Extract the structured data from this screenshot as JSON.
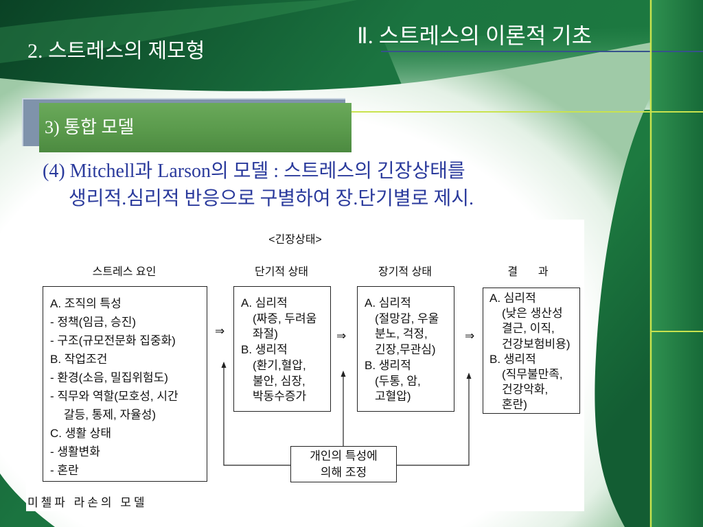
{
  "header": {
    "section_title": "Ⅱ. 스트레스의 이론적 기초",
    "subsection_title": "2. 스트레스의 제모형"
  },
  "topic": {
    "label": "3) 통합 모델"
  },
  "description": {
    "line1": "(4) Mitchell과 Larson의 모델 : 스트레스의 긴장상태를",
    "line2": "생리적.심리적 반응으로 구별하여 장.단기별로 제시."
  },
  "diagram": {
    "title": "<긴장상태>",
    "arrow": "⇒",
    "stages": [
      {
        "header": "스트레스 요인",
        "lines": [
          "A. 조직의 특성",
          "- 정책(임금, 승진)",
          "- 구조(규모전문화 집중화)",
          "B. 작업조건",
          "- 환경(소음, 밀집위험도)",
          "- 직무와 역할(모호성, 시간",
          "갈등, 통제, 자율성)",
          "C. 생활 상태",
          "- 생활변화",
          "- 혼란"
        ]
      },
      {
        "header": "단기적 상태",
        "lines": [
          "A. 심리적",
          "(짜증, 두려움",
          "좌절)",
          "B. 생리적",
          "(환기,혈압,",
          "불안, 심장,",
          "박동수증가"
        ]
      },
      {
        "header": "장기적 상태",
        "lines": [
          "A. 심리적",
          "(절망감, 우울",
          "분노, 걱정,",
          "긴장,무관심)",
          "B. 생리적",
          "(두통, 암,",
          "고혈압)"
        ]
      },
      {
        "header": "결    과",
        "lines": [
          "A. 심리적",
          "(낮은 생산성",
          "결근, 이직,",
          "건강보험비용)",
          "B. 생리적",
          "(직무불만족,",
          "건강악화,",
          "혼란)"
        ]
      }
    ],
    "moderator": {
      "lines": [
        "개인의 특성에",
        "의해 조정"
      ]
    },
    "caption": "미첼파 라손의 모델"
  },
  "colors": {
    "background_green": "#1d7a40",
    "accent_line": "#c9e34e",
    "title_underline": "#36528c",
    "topic_box": "#5a9a4c",
    "topic_shadow": "#7f93ab",
    "description_text": "#2a3a9c",
    "diagram_line": "#222222"
  }
}
